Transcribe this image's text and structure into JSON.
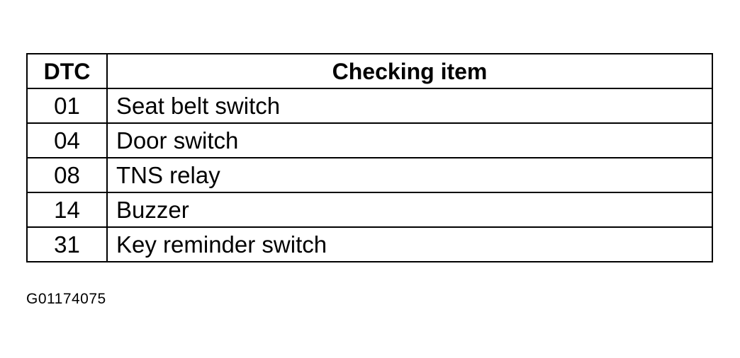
{
  "table": {
    "headers": {
      "code": "DTC",
      "item": "Checking item"
    },
    "rows": [
      {
        "code": "01",
        "item": "Seat belt switch"
      },
      {
        "code": "04",
        "item": "Door switch"
      },
      {
        "code": "08",
        "item": "TNS relay"
      },
      {
        "code": "14",
        "item": "Buzzer"
      },
      {
        "code": "31",
        "item": "Key reminder switch"
      }
    ]
  },
  "figure_id": "G01174075"
}
